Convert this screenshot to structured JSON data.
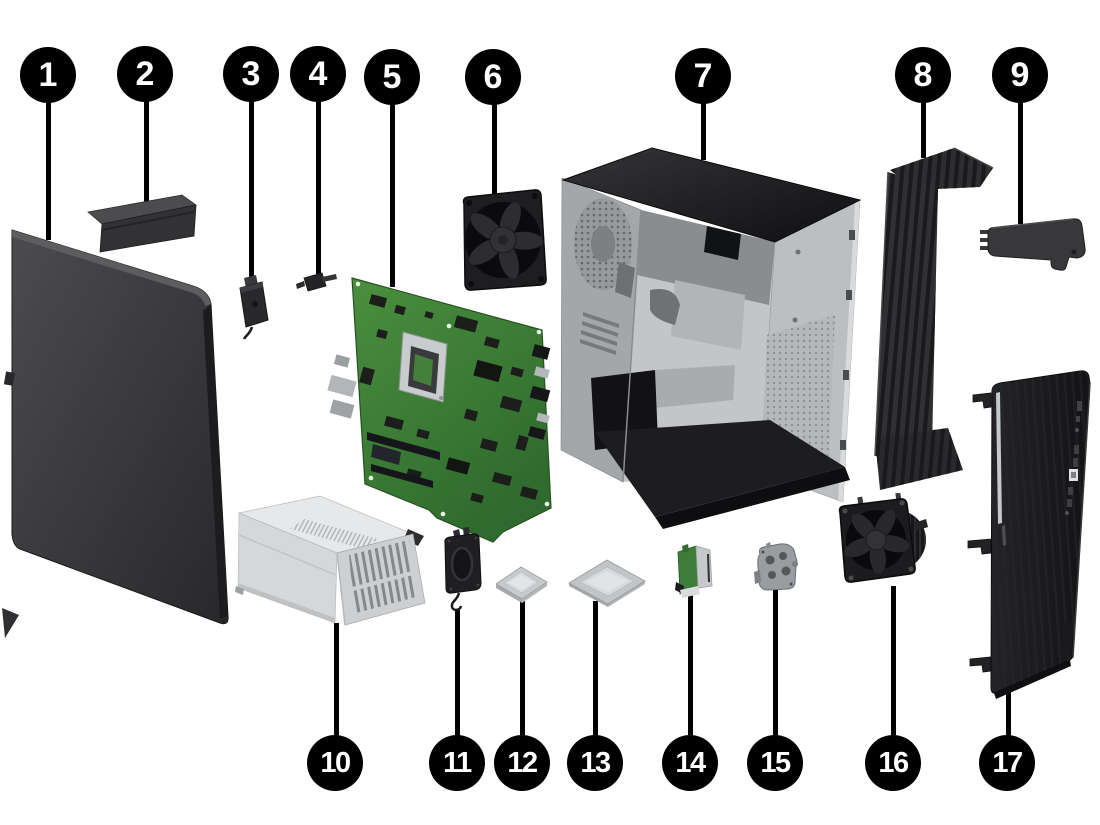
{
  "figure": {
    "type": "exploded-parts-diagram",
    "background": "#ffffff",
    "callout_style": {
      "fill": "#000000",
      "text_color": "#ffffff"
    },
    "colors": {
      "motherboard_green": "#4a8f3e",
      "chassis_metal": "#c3c6c8",
      "psu_silver": "#e6e8e9",
      "dark_plastic": "#29292b"
    },
    "callouts": [
      {
        "number": "1"
      },
      {
        "number": "2"
      },
      {
        "number": "3"
      },
      {
        "number": "4"
      },
      {
        "number": "5"
      },
      {
        "number": "6"
      },
      {
        "number": "7"
      },
      {
        "number": "8"
      },
      {
        "number": "9"
      },
      {
        "number": "10"
      },
      {
        "number": "11"
      },
      {
        "number": "12"
      },
      {
        "number": "13"
      },
      {
        "number": "14"
      },
      {
        "number": "15"
      },
      {
        "number": "16"
      },
      {
        "number": "17"
      }
    ]
  }
}
